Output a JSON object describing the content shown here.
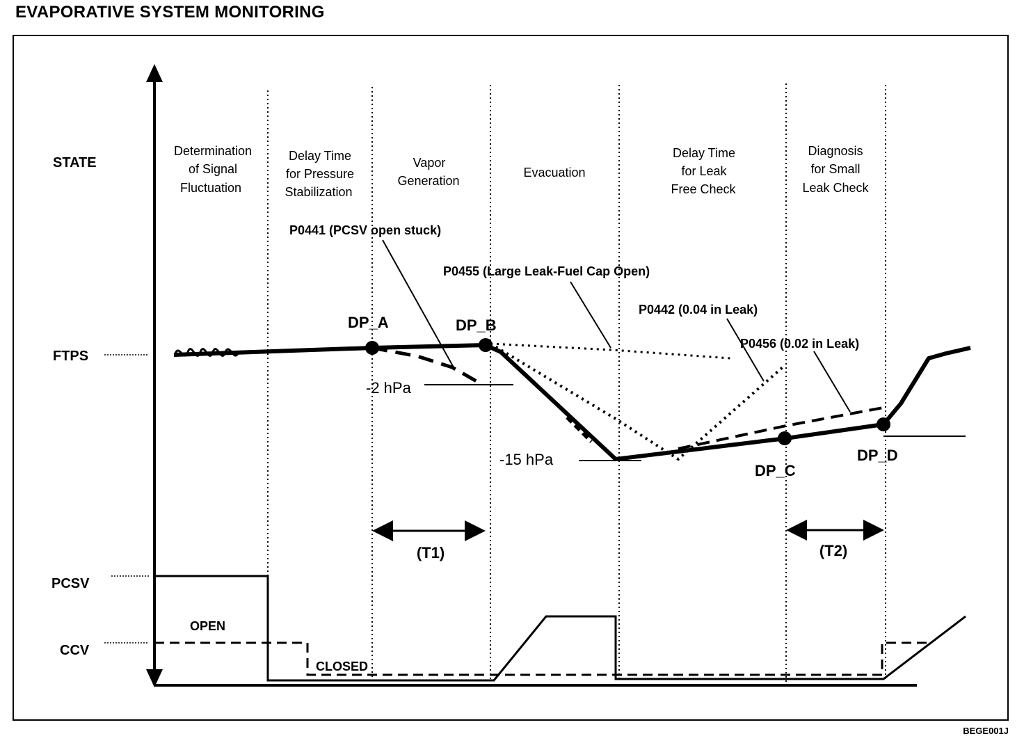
{
  "title": "EVAPORATIVE SYSTEM MONITORING",
  "reference_code": "BEGE001J",
  "axis_labels": {
    "state": "STATE",
    "ftps": "FTPS",
    "pcsv": "PCSV",
    "ccv": "CCV"
  },
  "phases": [
    [
      "Determination",
      "of Signal",
      "Fluctuation"
    ],
    [
      "Delay Time",
      "for Pressure",
      "Stabilization"
    ],
    [
      "Vapor",
      "Generation"
    ],
    [
      "Evacuation"
    ],
    [
      "Delay Time",
      "for Leak",
      "Free Check"
    ],
    [
      "Diagnosis",
      "for Small",
      "Leak Check"
    ]
  ],
  "fault_codes": {
    "p0441": "P0441 (PCSV open stuck)",
    "p0455": "P0455 (Large Leak-Fuel Cap Open)",
    "p0442": "P0442 (0.04 in Leak)",
    "p0456": "P0456 (0.02 in Leak)"
  },
  "points": {
    "dp_a": "DP_A",
    "dp_b": "DP_B",
    "dp_c": "DP_C",
    "dp_d": "DP_D"
  },
  "values": {
    "minus2": "-2 hPa",
    "minus15": "-15 hPa"
  },
  "timers": {
    "t1": "(T1)",
    "t2": "(T2)"
  },
  "valve_states": {
    "open": "OPEN",
    "closed": "CLOSED"
  }
}
